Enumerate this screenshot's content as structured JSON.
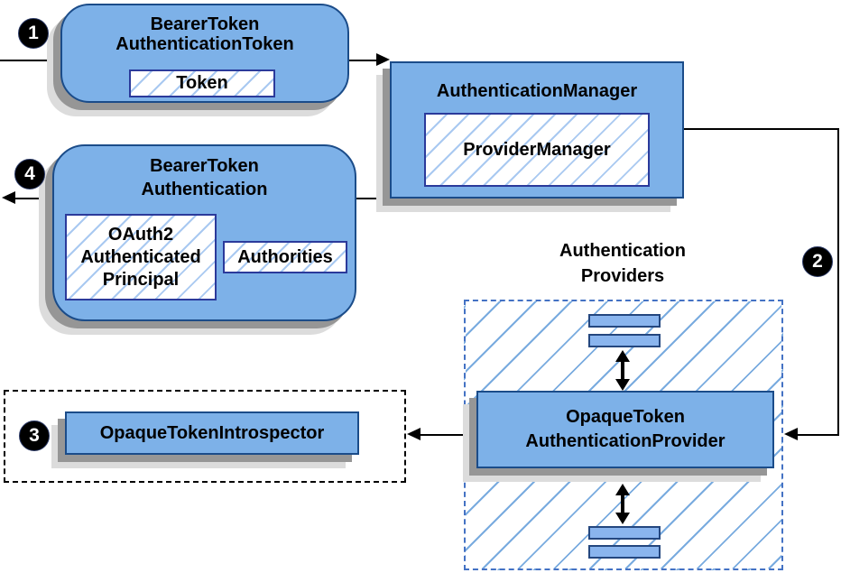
{
  "badges": {
    "step1": "1",
    "step2": "2",
    "step3": "3",
    "step4": "4"
  },
  "nodes": {
    "bearerTokenAuthenticationToken": {
      "line1": "BearerToken",
      "line2": "AuthenticationToken",
      "tokenChip": "Token"
    },
    "authenticationManager": {
      "title": "AuthenticationManager",
      "providerChip": "ProviderManager"
    },
    "bearerTokenAuthentication": {
      "line1": "BearerToken",
      "line2": "Authentication",
      "principalChip": {
        "line1": "OAuth2",
        "line2": "Authenticated",
        "line3": "Principal"
      },
      "authoritiesChip": "Authorities"
    },
    "opaqueTokenAuthenticationProvider": {
      "line1": "OpaqueToken",
      "line2": "AuthenticationProvider"
    },
    "opaqueTokenIntrospector": {
      "title": "OpaqueTokenIntrospector"
    }
  },
  "labels": {
    "providersGroup": {
      "line1": "Authentication",
      "line2": "Providers"
    }
  },
  "colors": {
    "nodeFill": "#7db1e8",
    "nodeBorder": "#1b4c89",
    "chipBorder": "#2b3a9b",
    "chipHatchLine": "#a9c9f1",
    "groupHatchLine": "#79abdf",
    "groupDashBorder": "#4472c4",
    "introspectorDashBorder": "#000000",
    "shadowDark": "#969696",
    "shadowLight": "#dcdcdc",
    "arrow": "#000000",
    "badgeBackground": "#000000",
    "badgeText": "#ffffff"
  }
}
